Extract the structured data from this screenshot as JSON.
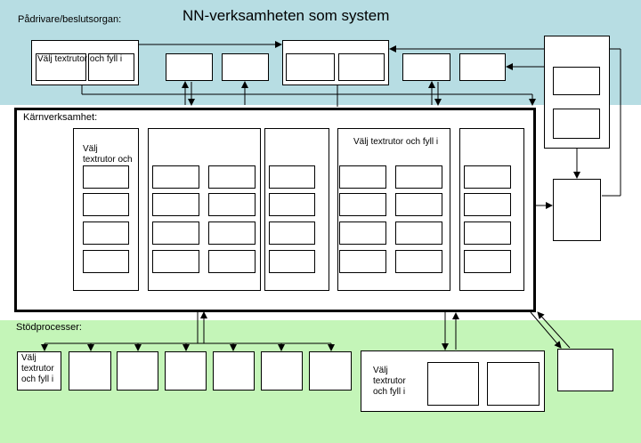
{
  "title": "NN-verksamheten som system",
  "labels": {
    "pad": "Pådrivare/beslutsorgan:",
    "karn": "Kärnverksamhet:",
    "stod": "Stödprocesser:"
  },
  "placeholders": {
    "top": "Välj textrutor och fyll i",
    "core1": "Välj textrutor och fyll i",
    "core2": "Välj textrutor och fyll i",
    "stod1": "Välj textrutor och fyll i",
    "stod2": "Välj textrutor och fyll i"
  },
  "colors": {
    "top_band": "#b7dde3",
    "bottom_band": "#c4f5b8",
    "line": "#000000"
  }
}
